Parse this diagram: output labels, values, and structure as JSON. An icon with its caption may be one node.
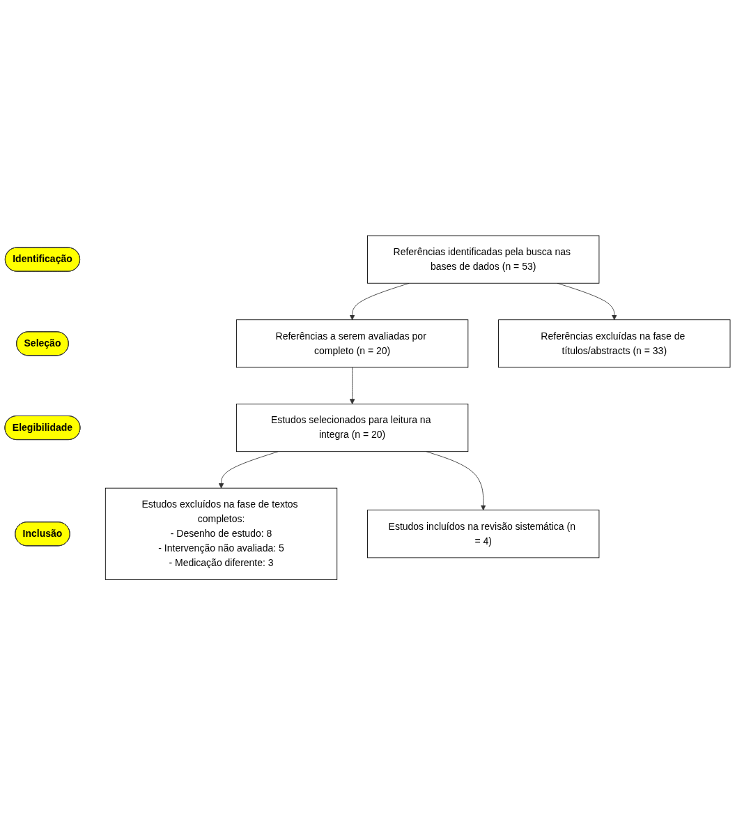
{
  "diagram": {
    "nodes": [
      {
        "text": [
          "Identificação"
        ]
      },
      {
        "text": [
          "Seleção"
        ]
      },
      {
        "text": [
          "Elegibilidade"
        ]
      },
      {
        "text": [
          "Inclusão"
        ]
      },
      {
        "text": [
          "Referências identificadas pela busca nas bases de dados (n = 53)"
        ]
      },
      {
        "text": [
          "Referências a serem avaliadas por completo (n = 20)"
        ]
      },
      {
        "text": [
          "Referências excluídas na fase de títulos/abstracts (n = 33)"
        ]
      },
      {
        "text": [
          "Estudos selecionados para leitura na integra (n = 20)"
        ]
      },
      {
        "text": [
          "Estudos excluídos na fase de textos completos:",
          "- Desenho de estudo: 8",
          "- Intervenção não avaliada: 5",
          "- Medicação diferente: 3"
        ]
      },
      {
        "text": [
          "Estudos incluídos na revisão sistemática (n = 4)"
        ]
      }
    ],
    "edges": [
      {
        "from": 4,
        "to": 5,
        "arrow": "to"
      },
      {
        "from": 4,
        "to": 6,
        "arrow": "to"
      },
      {
        "from": 5,
        "to": 7,
        "arrow": "to"
      },
      {
        "from": 7,
        "to": 8,
        "arrow": "to"
      },
      {
        "from": 7,
        "to": 9,
        "arrow": "to"
      }
    ]
  }
}
